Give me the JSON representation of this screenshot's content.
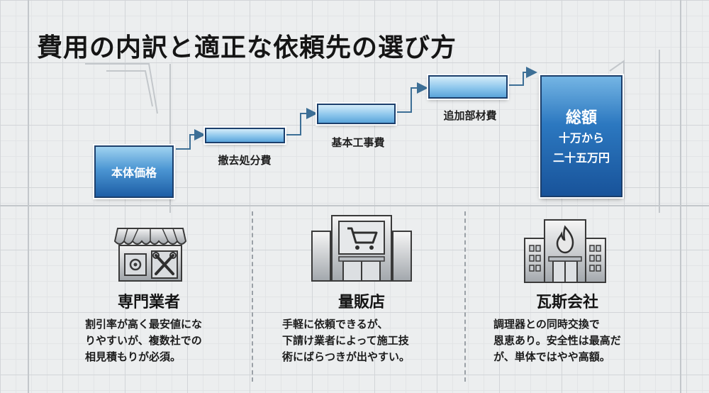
{
  "title": "費用の内訳と適正な依頼先の選び方",
  "steps": [
    {
      "label": "本体価格"
    },
    {
      "label": "撤去処分費"
    },
    {
      "label": "基本工事費"
    },
    {
      "label": "追加部材費"
    }
  ],
  "total": {
    "label": "総額",
    "line1": "十万から",
    "line2": "二十五万円"
  },
  "vendors": [
    {
      "icon": "specialist-shop-icon",
      "name": "専門業者",
      "lines": [
        "割引率が高く最安値にな",
        "りやすいが、複数社での",
        "相見積もりが必須。"
      ]
    },
    {
      "icon": "mass-retailer-cart-icon",
      "name": "量販店",
      "lines": [
        "手軽に依頼できるが、",
        "下請け業者によって施工技",
        "術にばらつきが出やすい。"
      ]
    },
    {
      "icon": "gas-company-building-icon",
      "name": "瓦斯会社",
      "lines": [
        "調理器との同時交換で",
        "恩恵あり。安全性は最高だ",
        "が、単体ではやや高額。"
      ]
    }
  ],
  "colors": {
    "accent_blue": "#2c78c0",
    "arrow": "#3d6f96",
    "text": "#1a1a1a"
  }
}
